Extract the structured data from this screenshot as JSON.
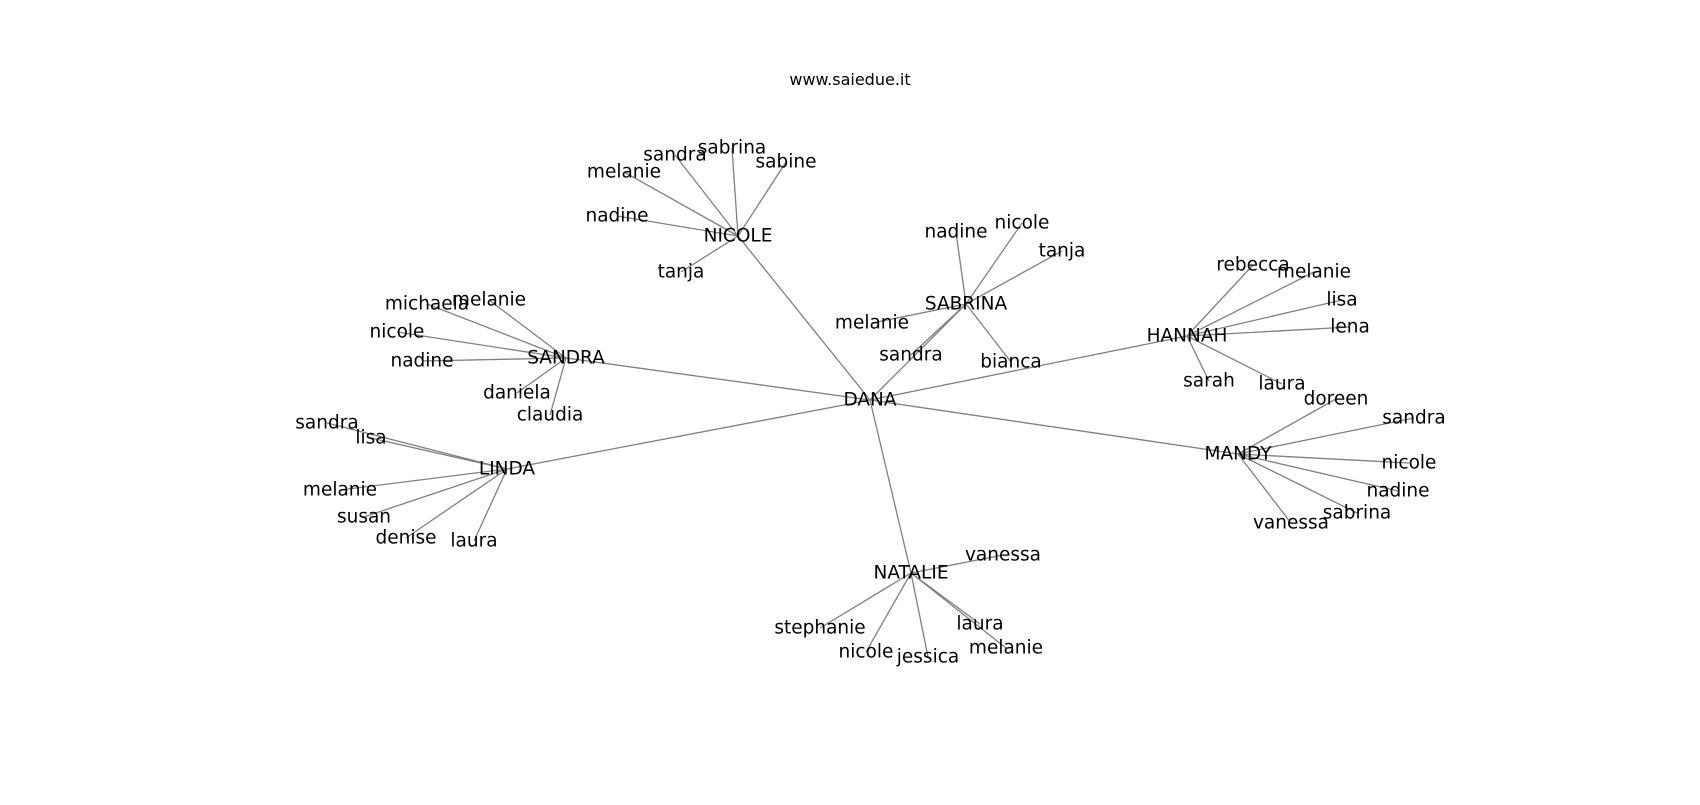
{
  "page": {
    "caption": "www.saiedue.it"
  },
  "graph": {
    "root": "DANA",
    "groups": [
      {
        "name": "NICOLE",
        "leaves": [
          "sandra",
          "sabrina",
          "melanie",
          "sabine",
          "nadine",
          "tanja"
        ]
      },
      {
        "name": "SABRINA",
        "leaves": [
          "nadine",
          "nicole",
          "tanja",
          "melanie",
          "sandra",
          "bianca"
        ]
      },
      {
        "name": "SANDRA",
        "leaves": [
          "michaela",
          "melanie",
          "nicole",
          "nadine",
          "daniela",
          "claudia"
        ]
      },
      {
        "name": "HANNAH",
        "leaves": [
          "rebecca",
          "melanie",
          "lisa",
          "lena",
          "sarah",
          "laura"
        ]
      },
      {
        "name": "LINDA",
        "leaves": [
          "sandra",
          "lisa",
          "melanie",
          "susan",
          "denise",
          "laura"
        ]
      },
      {
        "name": "MANDY",
        "leaves": [
          "doreen",
          "sandra",
          "nicole",
          "nadine",
          "sabrina",
          "vanessa"
        ]
      },
      {
        "name": "NATALIE",
        "leaves": [
          "vanessa",
          "stephanie",
          "laura",
          "nicole",
          "jessica",
          "melanie"
        ]
      }
    ]
  },
  "colors": {
    "edge": "#808080",
    "text": "#000000",
    "background": "#ffffff"
  }
}
